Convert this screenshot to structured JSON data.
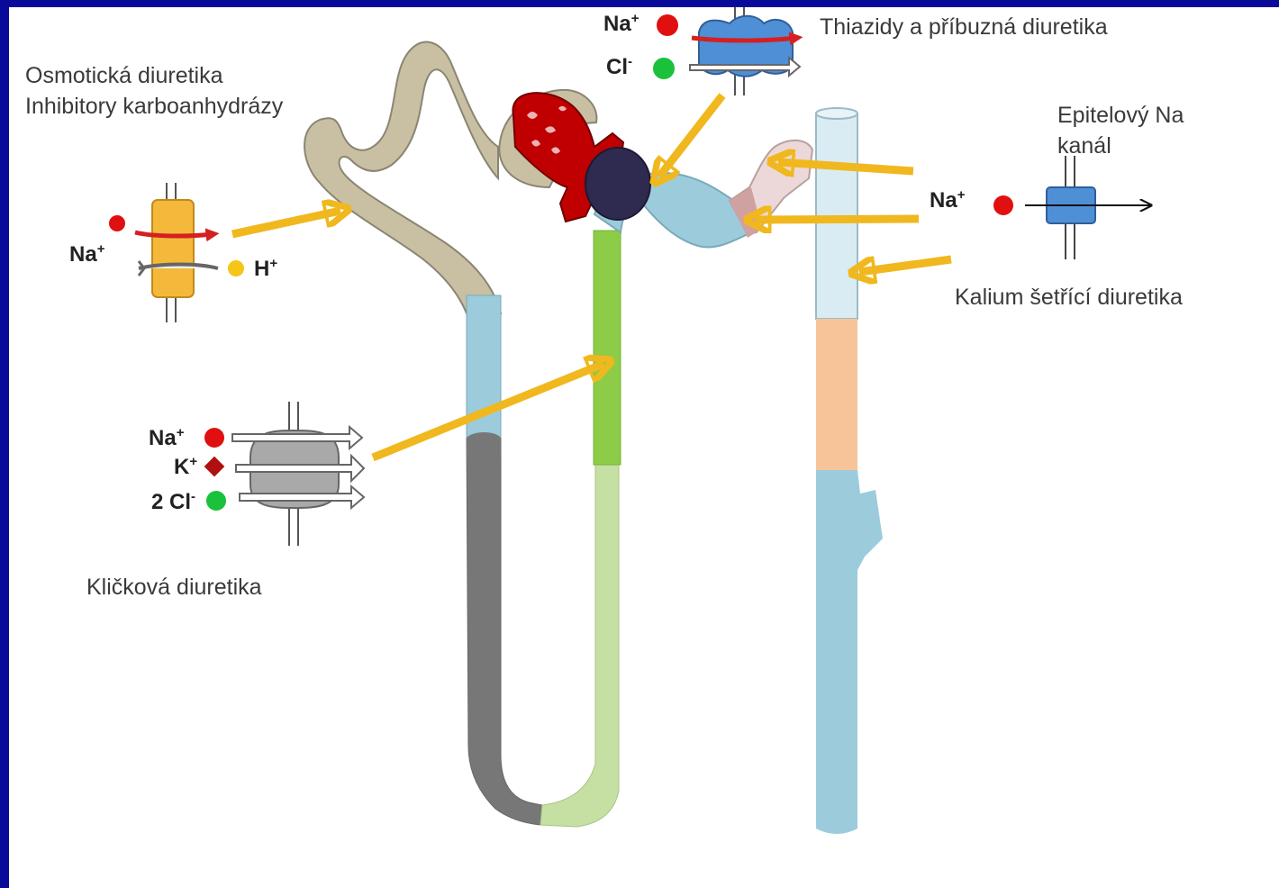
{
  "labels": {
    "osmotic": "Osmotická diuretika",
    "carbonic": "Inhibitory karboanhydrázy",
    "thiazide": "Thiazidy a příbuzná diuretika",
    "enac_line1": "Epitelový Na",
    "enac_line2": "kanál",
    "potassium_sparing": "Kalium šetřící diuretika",
    "loop": "Kličková diuretika"
  },
  "ions": {
    "na": "Na",
    "na_charge": "+",
    "h": "H",
    "h_charge": "+",
    "k": "K",
    "k_charge": "+",
    "cl": "Cl",
    "cl_charge": "-",
    "two_cl": "2 Cl",
    "two_cl_charge": "-"
  },
  "colors": {
    "background": "#0a0a9a",
    "proximal_tubule": "#c9bfa3",
    "thin_segment": "#9ccbdc",
    "descending_limb": "#777777",
    "thick_ascending": "#8dcc47",
    "thin_ascending": "#c5e0a2",
    "distal_tubule": "#9ccbdc",
    "collecting_duct_upper": "#d9ecf3",
    "collecting_duct_mid": "#f7c49a",
    "collecting_duct_lower": "#9ccbdc",
    "glomerulus": "#c00000",
    "macula_densa": "#2f2a4f",
    "arrow": "#f0b81e",
    "sodium": "#e01010",
    "chloride": "#19c23a",
    "hydrogen": "#f5c518",
    "potassium": "#b01010"
  }
}
